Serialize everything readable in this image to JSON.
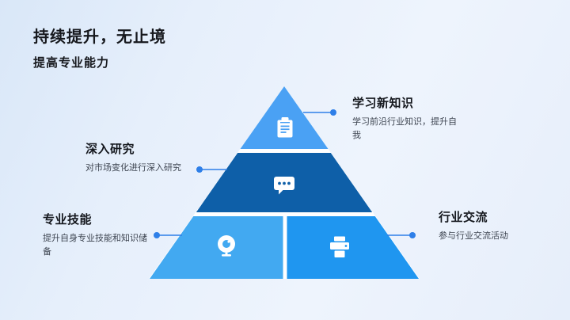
{
  "slide": {
    "title": "持续提升，无止境",
    "subtitle": "提高专业能力"
  },
  "callouts": [
    {
      "title": "学习新知识",
      "desc": "学习前沿行业知识，提升自我",
      "icon": "clipboard-icon"
    },
    {
      "title": "深入研究",
      "desc": "对市场变化进行深入研究",
      "icon": "chat-dots-icon"
    },
    {
      "title": "专业技能",
      "desc": "提升自身专业技能和知识储备",
      "icon": "webcam-icon"
    },
    {
      "title": "行业交流",
      "desc": "参与行业交流活动",
      "icon": "printer-icon"
    }
  ],
  "colors": {
    "background": "#e9f1fb",
    "gap_white": "#ffffff",
    "pyramid_top": "#4aa1f4",
    "pyramid_middle": "#0e5fa8",
    "pyramid_bottom_left": "#42a9f1",
    "pyramid_bottom_right": "#1f96f0",
    "connector": "#2e7fe8",
    "heading_text": "#16181d",
    "desc_text": "#3e4551"
  }
}
